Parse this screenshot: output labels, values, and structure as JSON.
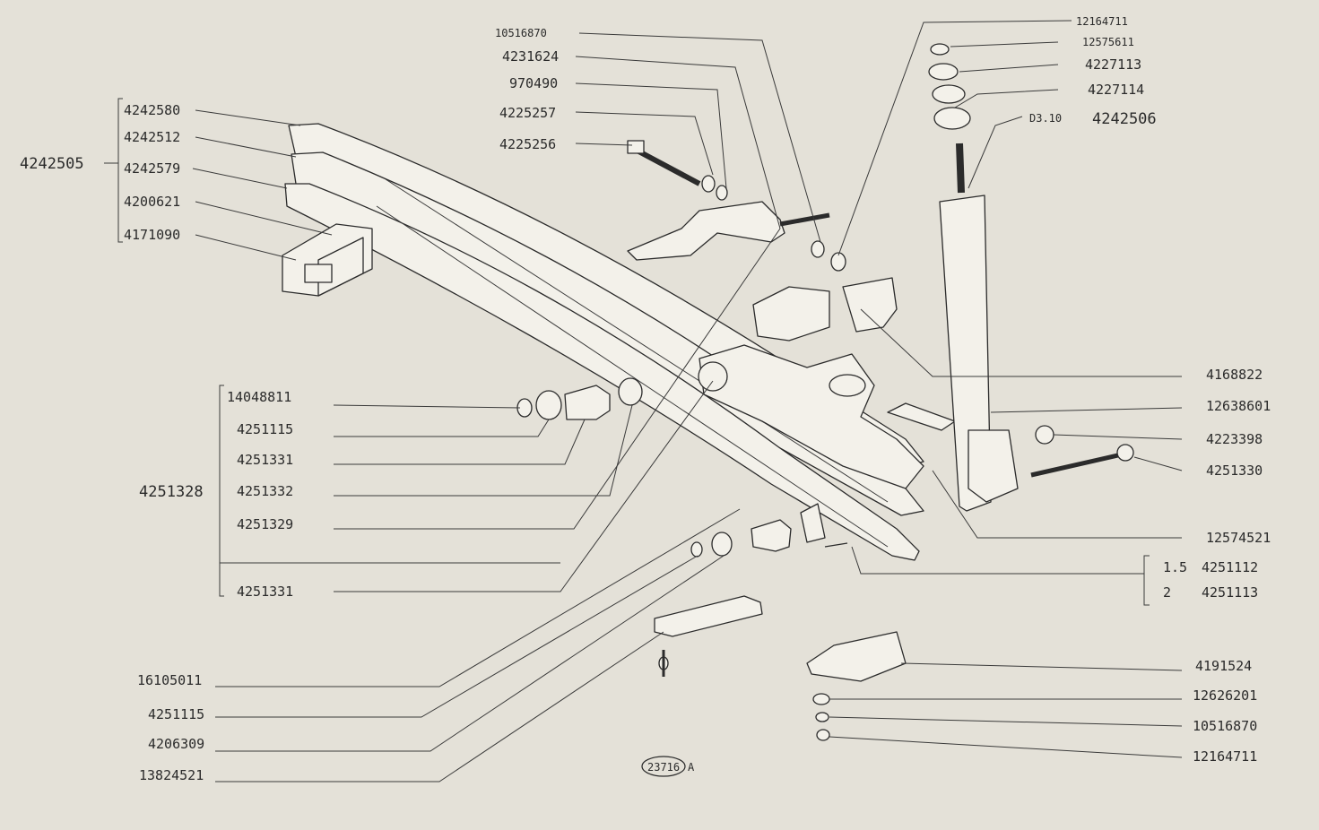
{
  "group_labels": {
    "spring_assembly": "4242505",
    "bush_assembly": "4251328",
    "shock_note": "D3.10",
    "shock_absorber": "4242506"
  },
  "spring_group": [
    "4242580",
    "4242512",
    "4242579",
    "4200621",
    "4171090"
  ],
  "top_center": [
    "10516870",
    "4231624",
    "970490",
    "4225257",
    "4225256"
  ],
  "top_right": [
    "12164711",
    "12575611",
    "4227113",
    "4227114"
  ],
  "bush_group": [
    "14048811",
    "4251115",
    "4251331",
    "4251332",
    "4251329",
    "4251331"
  ],
  "right_side": [
    "4168822",
    "12638601",
    "4223398",
    "4251330",
    "12574521"
  ],
  "shim_options": [
    {
      "qty": "1.5",
      "part": "4251112"
    },
    {
      "qty": "2",
      "part": "4251113"
    }
  ],
  "bottom_left": [
    "16105011",
    "4251115",
    "4206309",
    "13824521"
  ],
  "bottom_right": [
    "4191524",
    "12626201",
    "10516870",
    "12164711"
  ],
  "figure_ref": {
    "number": "23716",
    "suffix": "A"
  }
}
